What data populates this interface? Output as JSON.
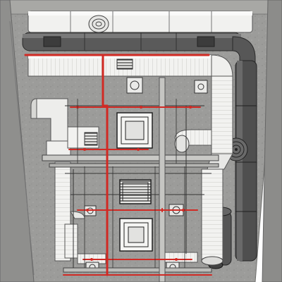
{
  "scene": {
    "subject": "",
    "colors": {
      "concrete": "#9a9a98",
      "concrete_dark": "#7f7f7d",
      "concrete_light": "#b9b9b6",
      "duct_white": "#f4f4f2",
      "duct_shade": "#d9d9d6",
      "duct_dark": "#5e5e5e",
      "duct_dark_shade": "#3f3f3f",
      "pipe_red": "#d12a24",
      "line_dark": "#2a2a2a",
      "grille": "#3a3a3a"
    },
    "components": [
      "supply-duct-top",
      "exhaust-duct-dark",
      "return-duct-elbow",
      "flexible-duct",
      "ceiling-cassette",
      "ceiling-grille",
      "diffuser",
      "red-sprinkler-pipe",
      "cable-tray"
    ]
  }
}
